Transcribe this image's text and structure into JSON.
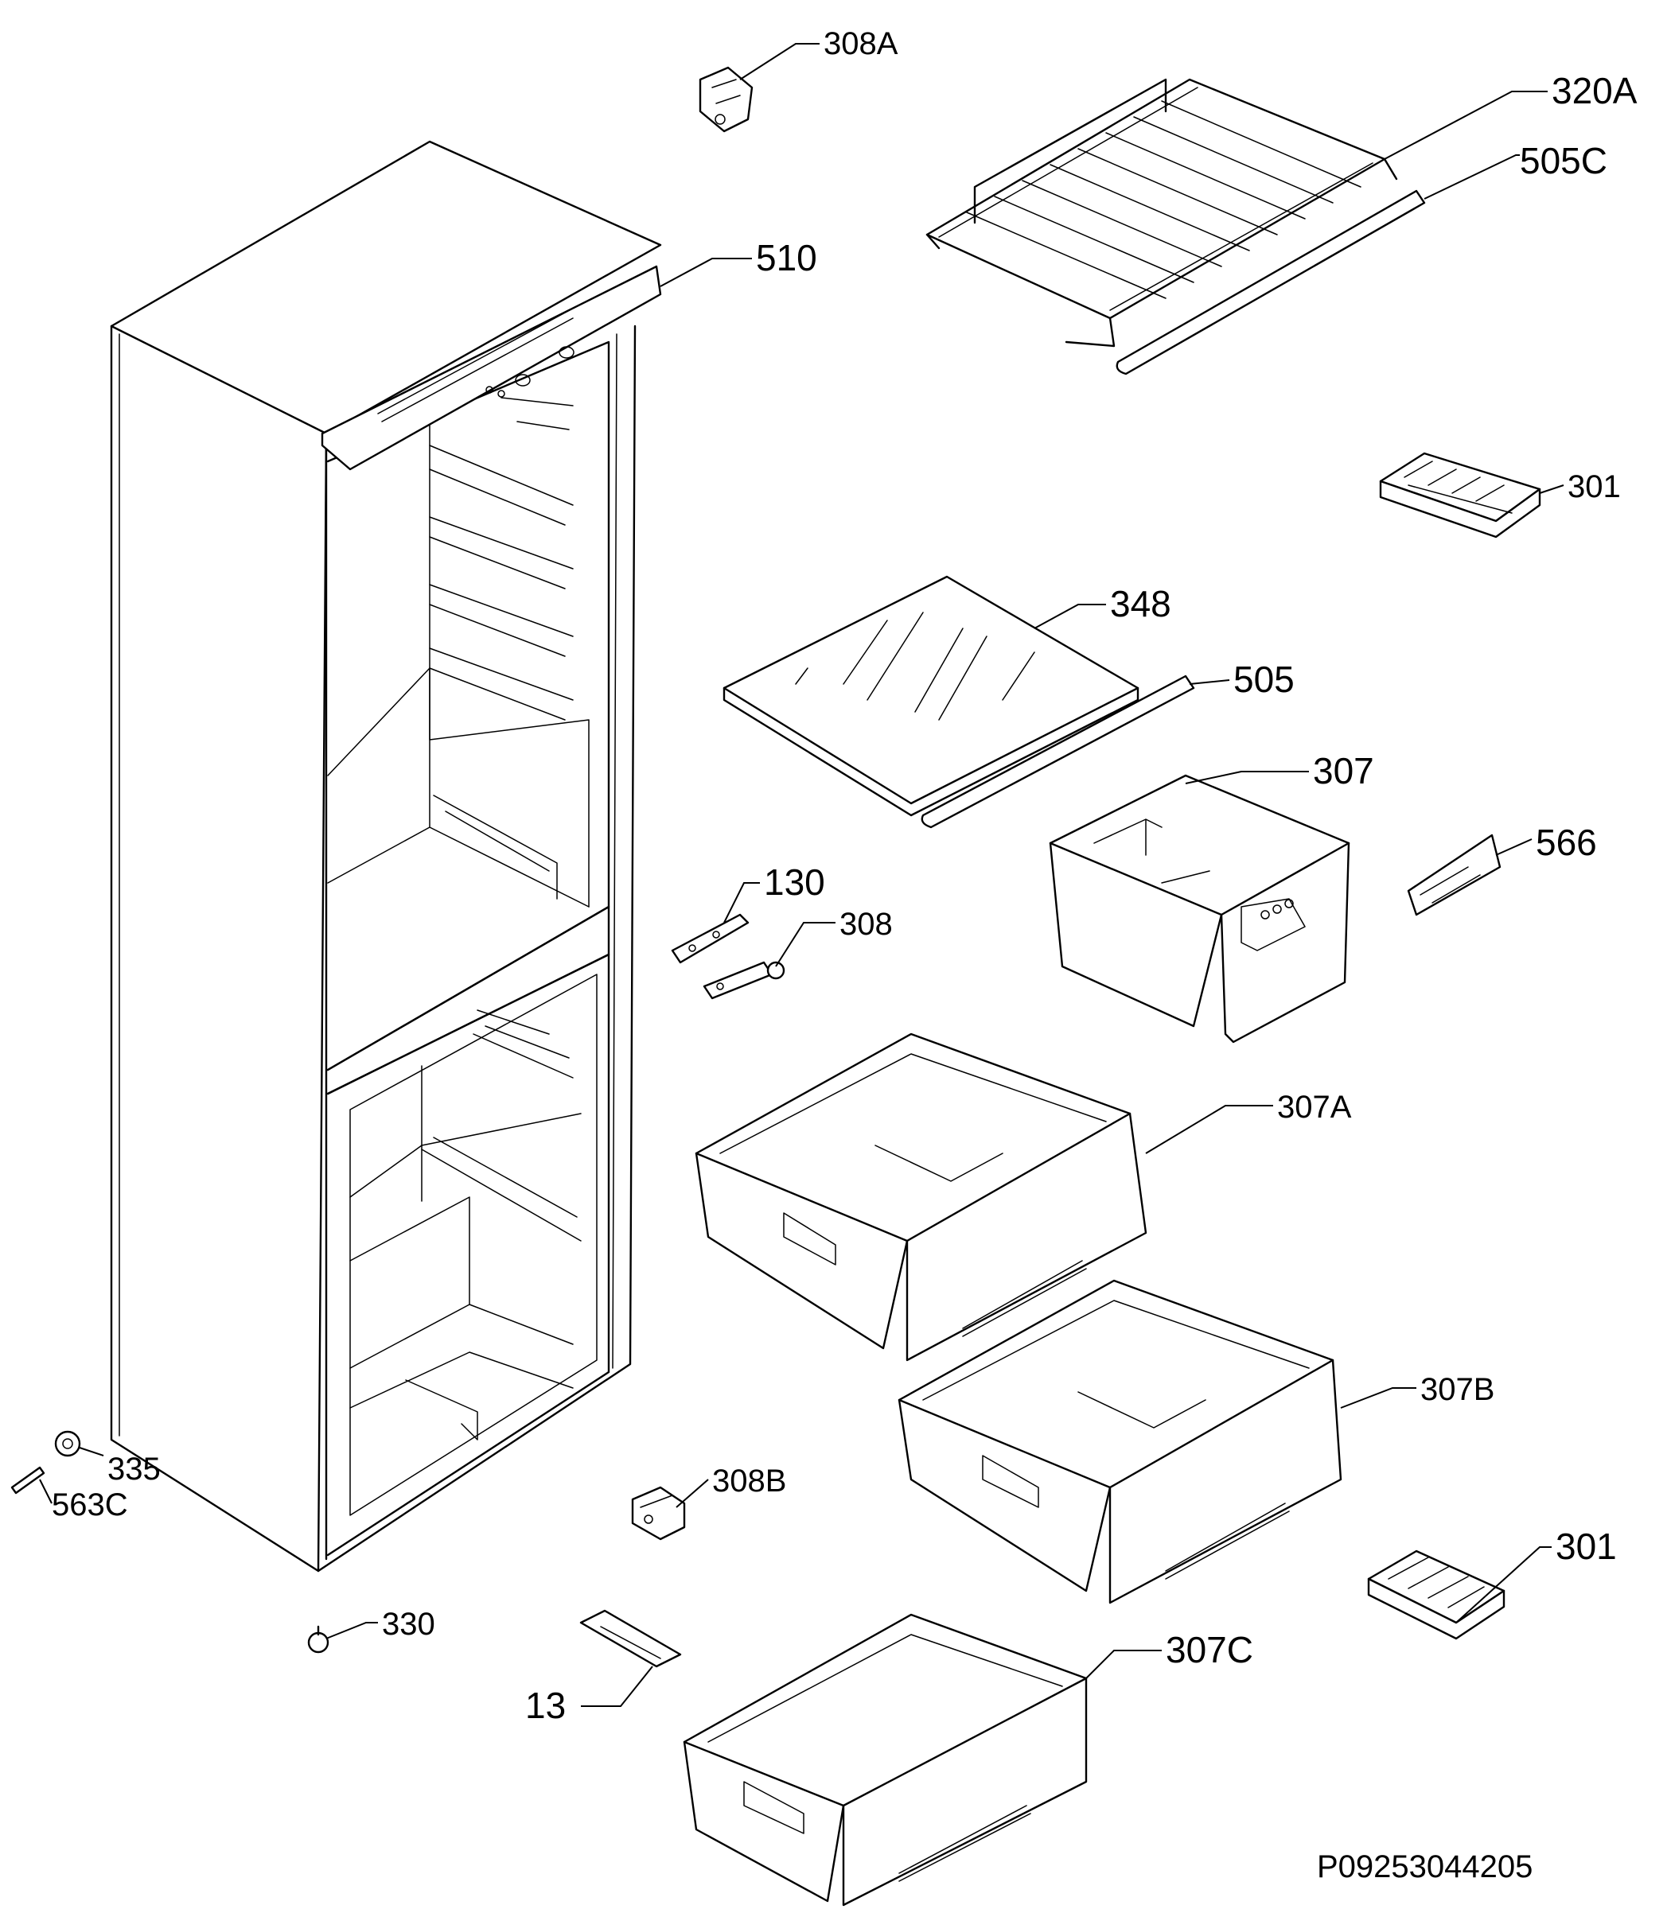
{
  "labels": {
    "l308A": "308A",
    "l320A": "320A",
    "l505C": "505C",
    "l510": "510",
    "l301a": "301",
    "l348": "348",
    "l505": "505",
    "l307": "307",
    "l566": "566",
    "l130": "130",
    "l308": "308",
    "l307A": "307A",
    "l307B": "307B",
    "l335": "335",
    "l563C": "563C",
    "l308B": "308B",
    "l301b": "301",
    "l330": "330",
    "l307C": "307C",
    "l13": "13"
  },
  "drawing_code": "P09253044205"
}
